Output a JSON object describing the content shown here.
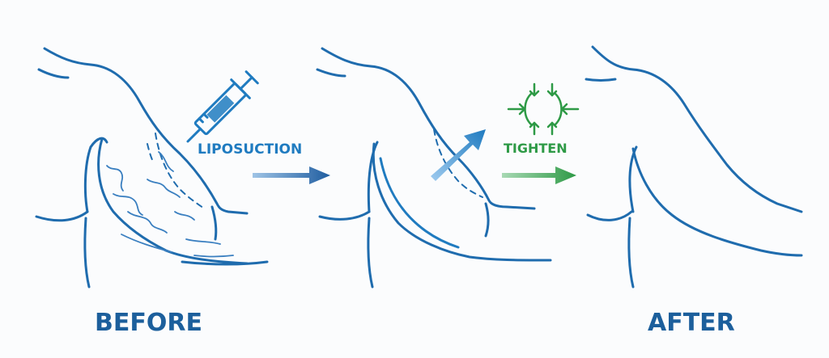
{
  "panels": [
    {
      "id": "before",
      "caption": "BEFORE"
    },
    {
      "id": "middle",
      "caption": ""
    },
    {
      "id": "after",
      "caption": "AFTER"
    }
  ],
  "steps": [
    {
      "id": "liposuction",
      "label": "LIPOSUCTION",
      "icon": "syringe-icon"
    },
    {
      "id": "tighten",
      "label": "TIGHTEN",
      "icon": "compress-arrows-icon"
    }
  ],
  "colors": {
    "outline": "#1f6cae",
    "heading": "#1c5f9c",
    "liposuction": "#1f7bc0",
    "tighten": "#2e9a46",
    "arrow_blue": "#1f5da0",
    "arrow_green": "#2e9a46",
    "background": "#fbfcfd"
  }
}
